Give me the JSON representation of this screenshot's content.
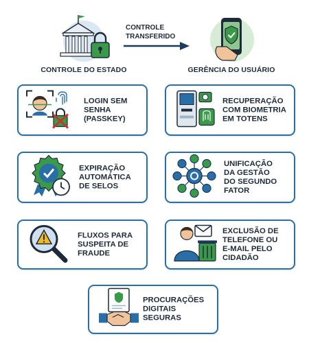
{
  "header": {
    "left_label": "CONTROLE DO ESTADO",
    "arrow_label": "CONTROLE\nTRANSFERIDO",
    "right_label": "GERÊNCIA DO USUÁRIO"
  },
  "cards": [
    {
      "label": "LOGIN SEM\nSENHA\n(PASSKEY)",
      "icon": "face-fingerprint-lock-icon"
    },
    {
      "label": "RECUPERAÇÃO\nCOM BIOMETRIA\nEM TOTENS",
      "icon": "kiosk-biometric-icon"
    },
    {
      "label": "EXPIRAÇÃO\nAUTOMÁTICA\nDE SELOS",
      "icon": "seal-clock-icon"
    },
    {
      "label": "UNIFICAÇÃO\nDA GESTÃO\nDO SEGUNDO\nFATOR",
      "icon": "hub-network-icon"
    },
    {
      "label": "FLUXOS PARA\nSUSPEITA DE\nFRAUDE",
      "icon": "magnifier-warning-icon"
    },
    {
      "label": "EXCLUSÃO DE\nTELEFONE OU\nE-MAIL PELO\nCIDADÃO",
      "icon": "user-trash-icon"
    },
    {
      "label": "PROCURAÇÕES\nDIGITAIS\nSEGURAS",
      "icon": "document-handshake-icon"
    }
  ],
  "colors": {
    "border": "#2a6ea8",
    "green": "#3a9a4a",
    "navy": "#1d3a5c",
    "red": "#c0392b"
  }
}
